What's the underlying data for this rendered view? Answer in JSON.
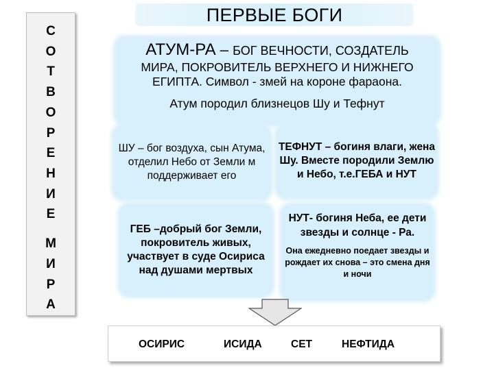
{
  "side": {
    "word1": [
      "С",
      "О",
      "Т",
      "В",
      "О",
      "Р",
      "Е",
      "Н",
      "И",
      "Е"
    ],
    "word2": [
      "М",
      "И",
      "Р",
      "А"
    ]
  },
  "title": "ПЕРВЫЕ БОГИ",
  "atum": {
    "name": "АТУМ-РА",
    "dash": " – ",
    "desc_head": "БОГ ВЕЧНОСТИ, СОЗДАТЕЛЬ",
    "desc_body": "МИРА, ПОКРОВИТЕЛЬ ВЕРХНЕГО И НИЖНЕГО ЕГИПТА. Символ - змей на короне фараона.",
    "twins": "Атум породил близнецов Шу и Тефнут"
  },
  "shu": "ШУ – бог воздуха, сын Атума, отделил Небо от Земли м поддерживает его",
  "tefnut": "ТЕФНУТ – богиня влаги, жена Шу. Вместе породили Землю и Небо, т.е.ГЕБА и НУТ",
  "geb": "ГЕБ –добрый бог Земли, покровитель живых, участвует в суде Осириса над душами мертвых",
  "nut": {
    "main": "НУТ- богиня Неба, ее дети звезды и солнце - Ра.",
    "sub": "Она ежедневно поедает звезды и рождает их снова – это смена дня и ночи"
  },
  "gods": [
    "ОСИРИС",
    "ИСИДА",
    "СЕТ",
    "НЕФТИДА"
  ],
  "colors": {
    "box_fill": "#d7f0fb",
    "arrow_fill": "#e6e6e6",
    "side_fill": "#f2f2f2"
  }
}
